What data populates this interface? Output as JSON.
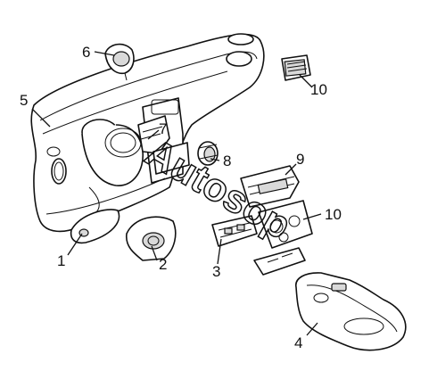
{
  "diagram": {
    "watermark": "Autosop",
    "callouts": [
      {
        "id": "dashboard",
        "text": "5"
      },
      {
        "id": "top-vent",
        "text": "6"
      },
      {
        "id": "cluster-hood",
        "text": "7"
      },
      {
        "id": "side-vent",
        "text": "10"
      },
      {
        "id": "round-vent",
        "text": "8"
      },
      {
        "id": "radio-unit",
        "text": "9"
      },
      {
        "id": "control-panel",
        "text": "10"
      },
      {
        "id": "left-trim",
        "text": "1"
      },
      {
        "id": "knee-trim",
        "text": "2"
      },
      {
        "id": "switch-bracket",
        "text": "3"
      },
      {
        "id": "console",
        "text": "4"
      }
    ]
  }
}
